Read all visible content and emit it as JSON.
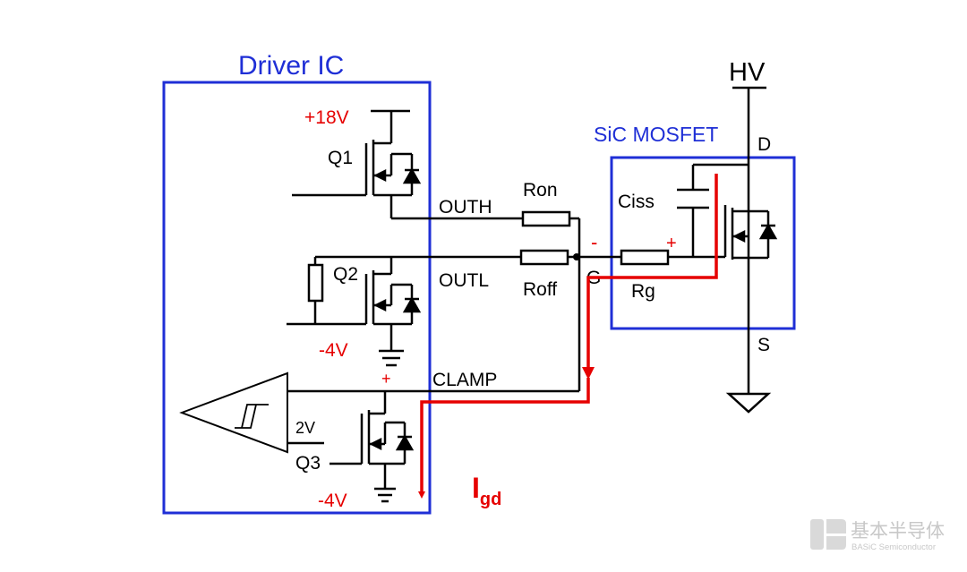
{
  "driver": {
    "title": "Driver IC"
  },
  "sic": {
    "title": "SiC MOSFET"
  },
  "labels": {
    "v18": "+18V",
    "vneg4_top": "-4V",
    "vneg4_bottom": "-4V",
    "q1": "Q1",
    "q2": "Q2",
    "q3": "Q3",
    "v2": "2V",
    "outh": "OUTH",
    "outl": "OUTL",
    "clamp": "CLAMP",
    "ron": "Ron",
    "roff": "Roff",
    "gate": "G",
    "rg": "Rg",
    "ciss": "Ciss",
    "hv": "HV",
    "drain": "D",
    "source": "S",
    "plus_rg": "+",
    "minus_rg": "-",
    "plus_clamp": "+"
  },
  "current": {
    "main": "I",
    "sub": "gd"
  },
  "logo": {
    "cn": "基本半导体",
    "en": "BASiC Semiconductor"
  },
  "colors": {
    "box": "#1f2fd6",
    "current": "#e60000",
    "wire": "#000000"
  }
}
